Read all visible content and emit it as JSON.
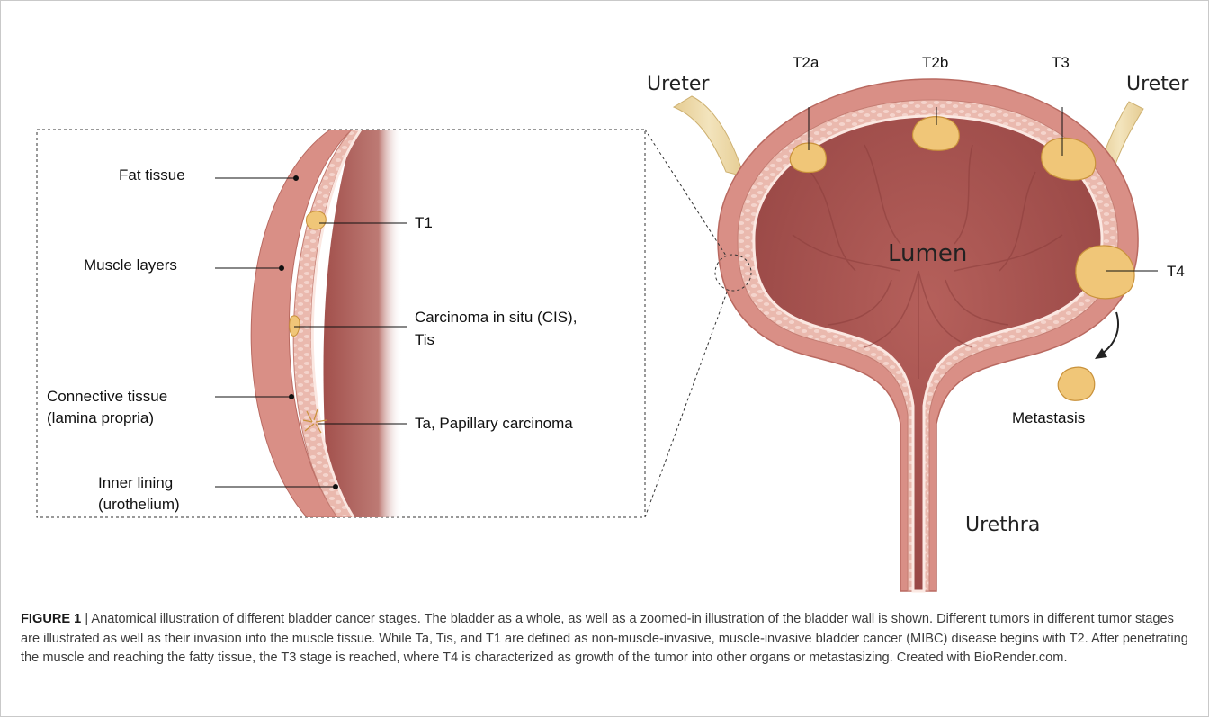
{
  "labels": {
    "ureter_left": "Ureter",
    "ureter_right": "Ureter",
    "lumen": "Lumen",
    "urethra": "Urethra",
    "metastasis": "Metastasis",
    "t2a": "T2a",
    "t2b": "T2b",
    "t3": "T3",
    "t4": "T4"
  },
  "inset_labels": {
    "fat_tissue": "Fat tissue",
    "muscle_layers": "Muscle layers",
    "connective_tissue_line1": "Connective tissue",
    "connective_tissue_line2": "(lamina propria)",
    "inner_lining_line1": "Inner lining",
    "inner_lining_line2": "(urothelium)",
    "t1": "T1",
    "cis_line1": "Carcinoma in situ (CIS),",
    "cis_line2": "Tis",
    "ta": "Ta, Papillary carcinoma"
  },
  "caption": {
    "figure_number": "FIGURE 1",
    "separator": " | ",
    "text": "Anatomical illustration of different bladder cancer stages. The bladder as a whole, as well as a zoomed-in illustration of the bladder wall is shown. Different tumors in different tumor stages are illustrated as well as their invasion into the muscle tissue. While Ta, Tis, and T1 are defined as non-muscle-invasive, muscle-invasive bladder cancer (MIBC) disease begins with T2. After penetrating the muscle and reaching the fatty tissue, the T3 stage is reached, where T4 is characterized as growth of the tumor into other organs or metastasizing. Created with BioRender.com."
  },
  "colors": {
    "outer_wall": "#d98f86",
    "muscle_layer": "#e9b8ad",
    "lumen": "#a85450",
    "tumor": "#f0c678",
    "ureter": "#ecd9a8"
  }
}
